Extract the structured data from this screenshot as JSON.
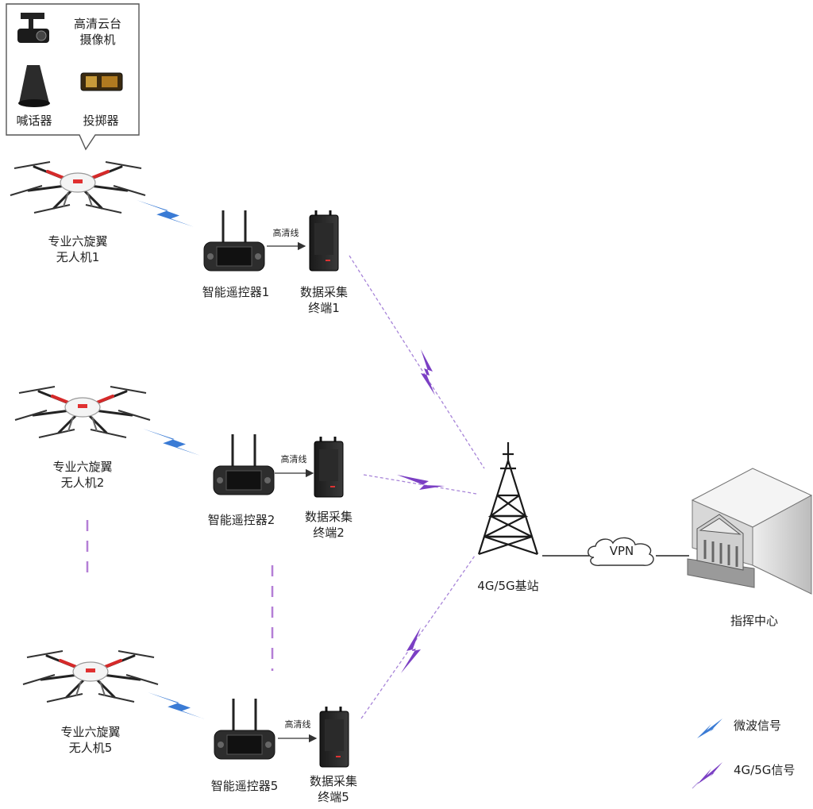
{
  "callout": {
    "items": [
      {
        "label_lines": [
          "高清云台",
          "摄像机"
        ],
        "icon": "gimbal-camera-icon"
      },
      {
        "label": "喊话器",
        "icon": "loudspeaker-icon"
      },
      {
        "label": "投掷器",
        "icon": "thrower-icon"
      }
    ]
  },
  "groups": [
    {
      "drone": [
        "专业六旋翼",
        "无人机1"
      ],
      "controller": "智能遥控器1",
      "cable": "高清线",
      "terminal": [
        "数据采集",
        "终端1"
      ]
    },
    {
      "drone": [
        "专业六旋翼",
        "无人机2"
      ],
      "controller": "智能遥控器2",
      "cable": "高清线",
      "terminal": [
        "数据采集",
        "终端2"
      ]
    },
    {
      "drone": [
        "专业六旋翼",
        "无人机5"
      ],
      "controller": "智能遥控器5",
      "cable": "高清线",
      "terminal": [
        "数据采集",
        "终端5"
      ]
    }
  ],
  "base_station": {
    "label": "4G/5G基站"
  },
  "vpn": {
    "label": "VPN"
  },
  "command_center": {
    "label": "指挥中心"
  },
  "legend": [
    {
      "label": "微波信号",
      "color": "#3a7bd5"
    },
    {
      "label": "4G/5G信号",
      "color": "#7b3fc4"
    }
  ]
}
